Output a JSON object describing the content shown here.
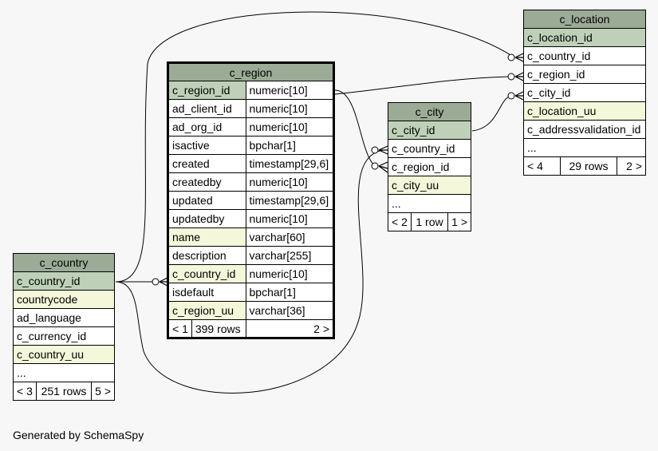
{
  "footer_text": "Generated by SchemaSpy",
  "tables": {
    "c_location": {
      "name": "c_location",
      "columns": [
        "c_location_id",
        "c_country_id",
        "c_region_id",
        "c_city_id",
        "c_location_uu",
        "c_addressvalidation_id",
        "..."
      ],
      "footer": {
        "prev": "< 4",
        "rows": "29 rows",
        "next": "2 >"
      }
    },
    "c_region": {
      "name": "c_region",
      "columns": [
        {
          "name": "c_region_id",
          "type": "numeric[10]"
        },
        {
          "name": "ad_client_id",
          "type": "numeric[10]"
        },
        {
          "name": "ad_org_id",
          "type": "numeric[10]"
        },
        {
          "name": "isactive",
          "type": "bpchar[1]"
        },
        {
          "name": "created",
          "type": "timestamp[29,6]"
        },
        {
          "name": "createdby",
          "type": "numeric[10]"
        },
        {
          "name": "updated",
          "type": "timestamp[29,6]"
        },
        {
          "name": "updatedby",
          "type": "numeric[10]"
        },
        {
          "name": "name",
          "type": "varchar[60]"
        },
        {
          "name": "description",
          "type": "varchar[255]"
        },
        {
          "name": "c_country_id",
          "type": "numeric[10]"
        },
        {
          "name": "isdefault",
          "type": "bpchar[1]"
        },
        {
          "name": "c_region_uu",
          "type": "varchar[36]"
        }
      ],
      "footer": {
        "prev": "< 1",
        "rows": "399 rows",
        "next": "2 >"
      }
    },
    "c_city": {
      "name": "c_city",
      "columns": [
        "c_city_id",
        "c_country_id",
        "c_region_id",
        "c_city_uu",
        "..."
      ],
      "footer": {
        "prev": "< 2",
        "rows": "1 row",
        "next": "1 >"
      }
    },
    "c_country": {
      "name": "c_country",
      "columns": [
        "c_country_id",
        "countrycode",
        "ad_language",
        "c_currency_id",
        "c_country_uu",
        "..."
      ],
      "footer": {
        "prev": "< 3",
        "rows": "251 rows",
        "next": "5 >"
      }
    }
  },
  "colors": {
    "header": "#9bab96",
    "primary_key": "#bed1b8",
    "indexed": "#f4f7da",
    "background": "#f7f7f7"
  }
}
